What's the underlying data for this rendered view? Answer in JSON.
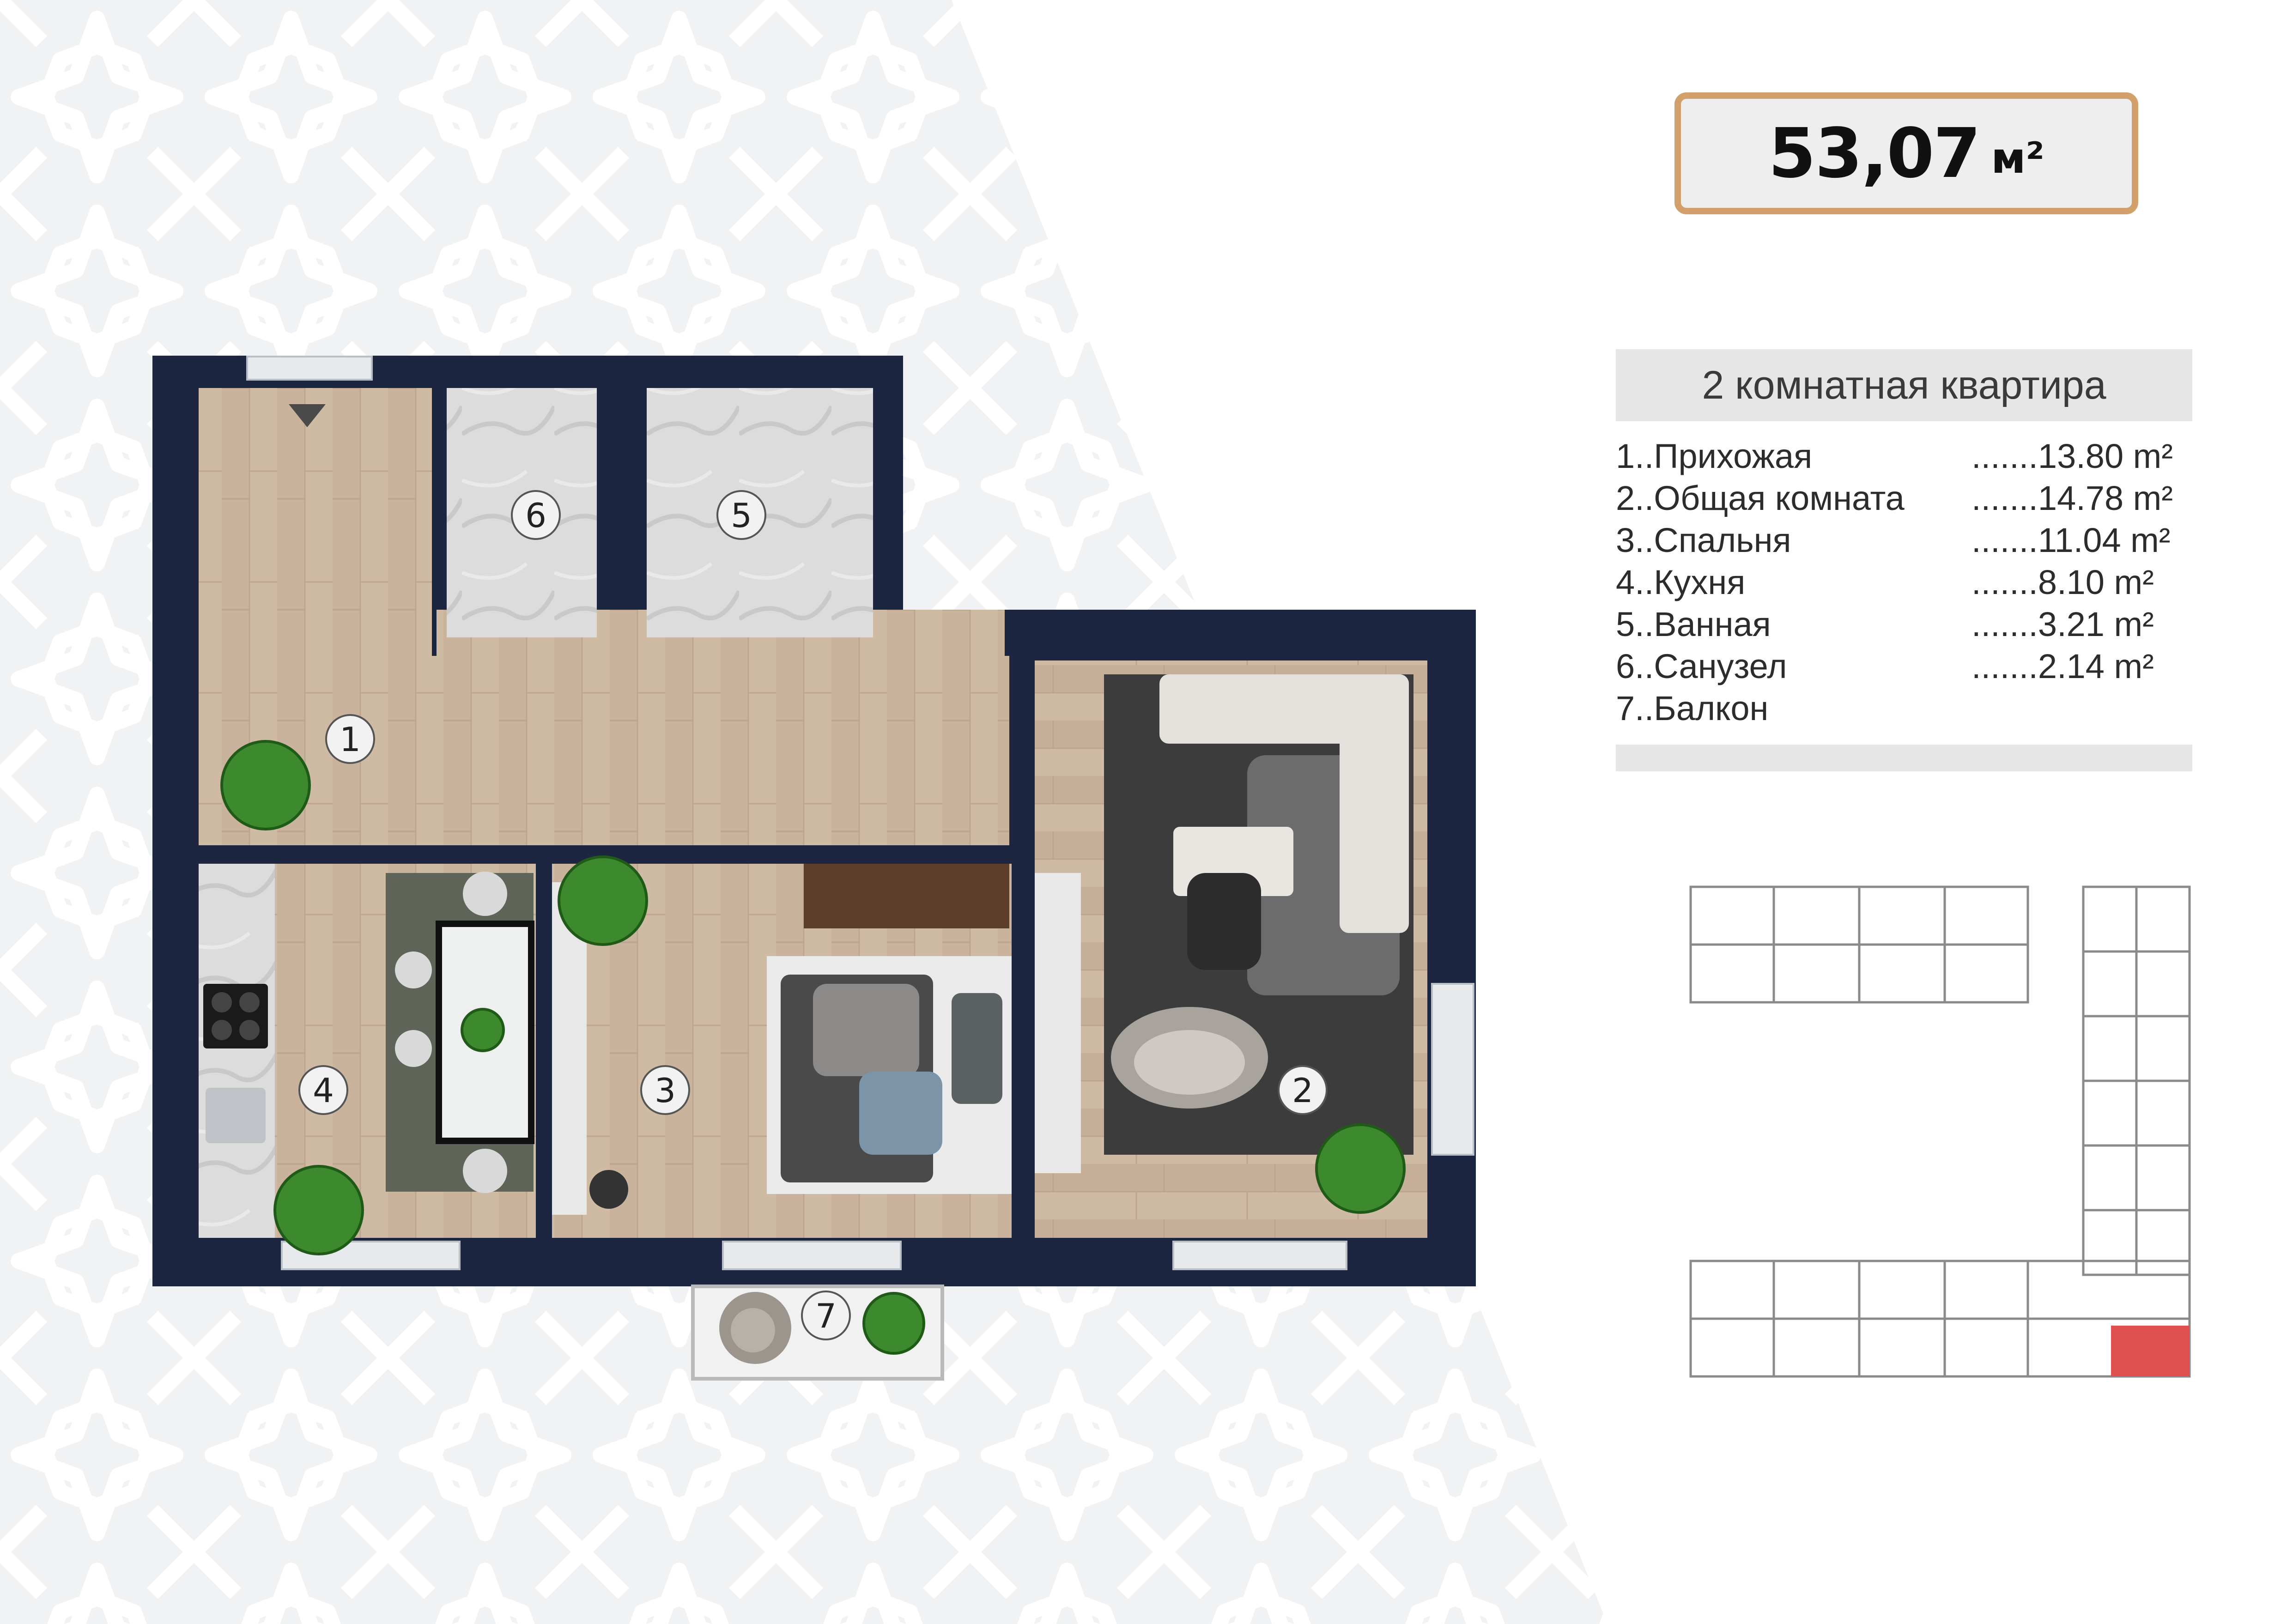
{
  "total_area": {
    "value": "53,07",
    "unit": "м²"
  },
  "apartment_title": "2 комнатная квартира",
  "rooms": [
    {
      "number": "1",
      "name": "1..Прихожая",
      "area": ".......13.80 m²"
    },
    {
      "number": "2",
      "name": "2..Общая комната",
      "area": ".......14.78 m²"
    },
    {
      "number": "3",
      "name": "3..Спальня",
      "area": ".......11.04 m²"
    },
    {
      "number": "4",
      "name": "4..Кухня",
      "area": ".......8.10 m²"
    },
    {
      "number": "5",
      "name": "5..Ванная",
      "area": ".......3.21 m²"
    },
    {
      "number": "6",
      "name": "6..Санузел",
      "area": ".......2.14 m²"
    },
    {
      "number": "7",
      "name": "7..Балкон",
      "area": ""
    }
  ],
  "plan_labels": {
    "r1": "1",
    "r2": "2",
    "r3": "3",
    "r4": "4",
    "r5": "5",
    "r6": "6",
    "r7": "7"
  },
  "colors": {
    "wall": "#1d2640",
    "floor": "#cdb8a2",
    "accent": "#d2a06a",
    "highlight": "#e0504f"
  }
}
